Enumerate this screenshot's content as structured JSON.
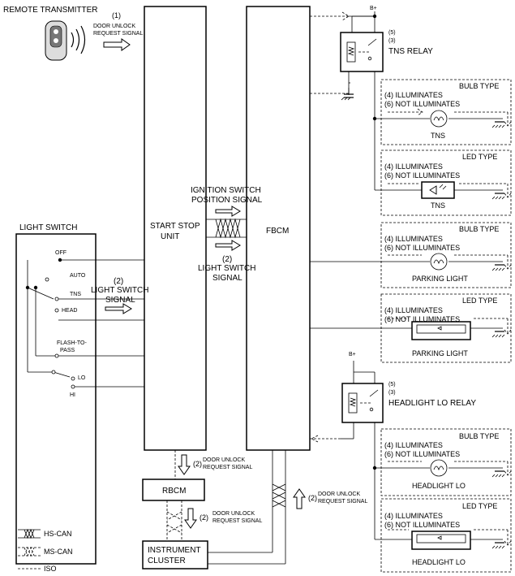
{
  "remote_transmitter": "REMOTE TRANSMITTER",
  "remote_step": "(1)",
  "remote_signal": [
    "DOOR UNLOCK",
    "REQUEST SIGNAL"
  ],
  "start_stop_unit": [
    "START STOP",
    "UNIT"
  ],
  "fbcm": "FBCM",
  "rbcm": "RBCM",
  "instrument_cluster": [
    "INSTRUMENT",
    "CLUSTER"
  ],
  "light_switch": {
    "title": "LIGHT SWITCH",
    "positions": [
      "OFF",
      "AUTO",
      "TNS",
      "HEAD",
      "FLASH-TO-",
      "PASS",
      "LO",
      "HI"
    ],
    "step": "(2)",
    "signal": [
      "LIGHT SWITCH",
      "SIGNAL"
    ]
  },
  "ignition_signal": [
    "IGNITION SWITCH",
    "POSITION SIGNAL"
  ],
  "light_switch_signal_center": [
    "(2)",
    "LIGHT SWITCH",
    "SIGNAL"
  ],
  "bplus": "B+",
  "tns_relay": {
    "steps": [
      "(5)",
      "(3)"
    ],
    "label": "TNS RELAY"
  },
  "headlight_relay": {
    "steps": [
      "(5)",
      "(3)"
    ],
    "label": "HEADLIGHT LO RELAY"
  },
  "illuminates": "(4) ILLUMINATES",
  "not_illuminates": "(6) NOT ILLUMINATES",
  "bulb_type": "BULB TYPE",
  "led_type": "LED TYPE",
  "lamps": {
    "tns": "TNS",
    "parking": "PARKING LIGHT",
    "headlight_lo": "HEADLIGHT LO"
  },
  "door_unlock": {
    "step": "(2)",
    "lines": [
      "DOOR UNLOCK",
      "REQUEST SIGNAL"
    ]
  },
  "legend": [
    "HS-CAN",
    "MS-CAN",
    "ISO"
  ]
}
